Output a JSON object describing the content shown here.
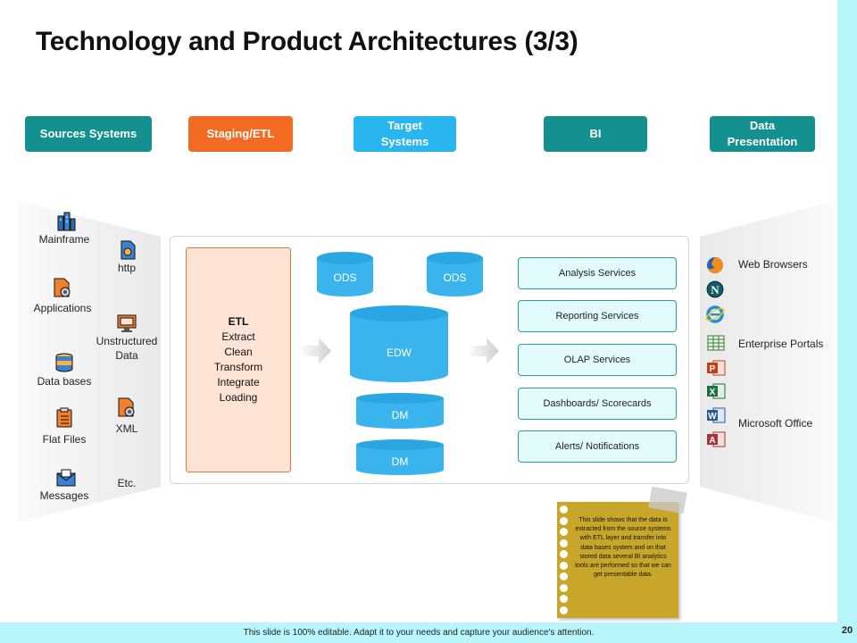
{
  "title": "Technology and Product Architectures (3/3)",
  "headers": [
    {
      "label": "Sources Systems",
      "color": "#13908f"
    },
    {
      "label": "Staging/ETL",
      "color": "#f26b22"
    },
    {
      "label": "Target\nSystems",
      "color": "#29b6f0"
    },
    {
      "label": "BI",
      "color": "#13908f"
    },
    {
      "label": "Data\nPresentation",
      "color": "#13908f"
    }
  ],
  "sources": {
    "left": [
      "Mainframe",
      "Applications",
      "Data bases",
      "Flat Files",
      "Messages"
    ],
    "right": [
      "http",
      "Unstructured\nData",
      "XML",
      "Etc."
    ]
  },
  "etl": {
    "heading": "ETL",
    "steps": [
      "Extract",
      "Clean",
      "Transform",
      "Integrate",
      "Loading"
    ]
  },
  "targets": {
    "ods1": "ODS",
    "ods2": "ODS",
    "edw": "EDW",
    "dm1": "DM",
    "dm2": "DM"
  },
  "bi_services": [
    "Analysis Services",
    "Reporting Services",
    "OLAP Services",
    "Dashboards/ Scorecards",
    "Alerts/ Notifications"
  ],
  "presentation": [
    "Web Browsers",
    "Enterprise Portals",
    "Microsoft Office"
  ],
  "presentation_icons": [
    "firefox-icon",
    "netscape-icon",
    "internet-explorer-icon",
    "spreadsheet-icon",
    "powerpoint-icon",
    "excel-icon",
    "word-icon",
    "access-icon"
  ],
  "note": "This slide shows that the data is extracted from the source systems with ETL layer and transfer into data bases system and on that stored data several BI analytics tools are performed so that we can get presentable data.",
  "footer": "This slide is 100% editable. Adapt it to your needs and capture your audience's attention.",
  "page_number": "20",
  "colors": {
    "teal": "#13908f",
    "orange": "#f26b22",
    "sky": "#29b6f0",
    "cylinder": "#3bb3ec",
    "note": "#c8a62a"
  }
}
